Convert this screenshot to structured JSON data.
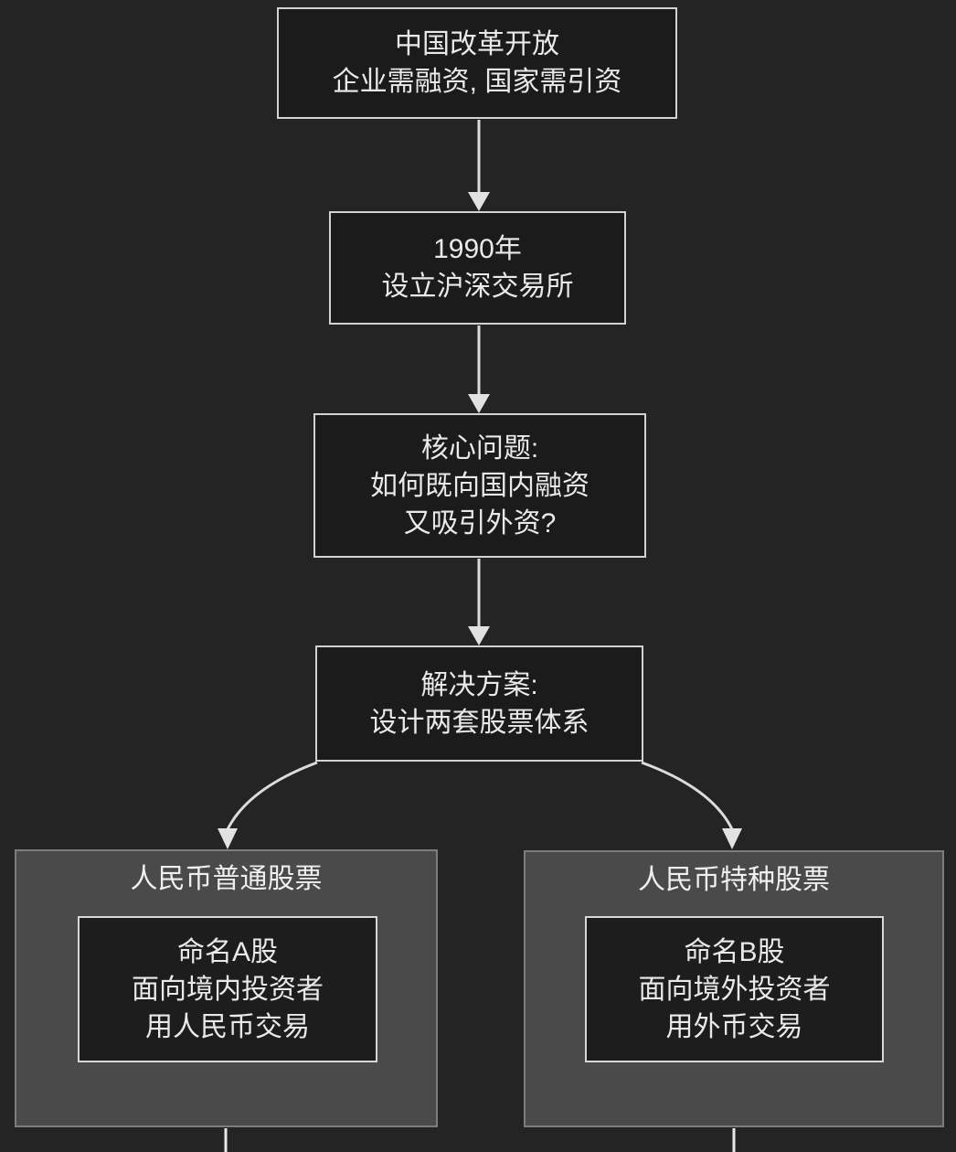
{
  "diagram": {
    "nodes": {
      "reform": {
        "line1": "中国改革开放",
        "line2": "企业需融资, 国家需引资"
      },
      "exchange_1990": {
        "line1": "1990年",
        "line2": "设立沪深交易所"
      },
      "core_problem": {
        "line1": "核心问题:",
        "line2": "如何既向国内融资",
        "line3": "又吸引外资?"
      },
      "solution": {
        "line1": "解决方案:",
        "line2": "设计两套股票体系"
      },
      "a_share": {
        "title": "人民币普通股票",
        "card_line1": "命名A股",
        "card_line2": "面向境内投资者",
        "card_line3": "用人民币交易"
      },
      "b_share": {
        "title": "人民币特种股票",
        "card_line1": "命名B股",
        "card_line2": "面向境外投资者",
        "card_line3": "用外币交易"
      }
    },
    "colors": {
      "background": "#242424",
      "node_fill": "#1b1b1b",
      "node_border": "#d2d2d2",
      "group_fill": "#4a4a4a",
      "group_border": "#7d7d7d",
      "card_fill": "#1d1d1d",
      "card_border": "#d8d8d8",
      "text": "#e9e9e9",
      "connector": "#dcdcdc"
    }
  }
}
